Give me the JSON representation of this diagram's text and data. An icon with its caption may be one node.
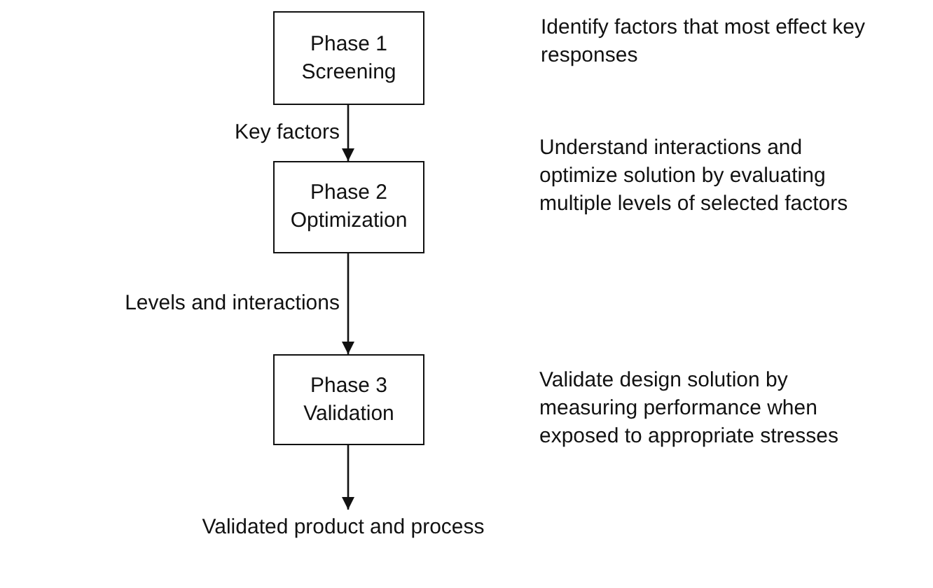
{
  "diagram": {
    "nodes": [
      {
        "text": [
          "Phase 1 Screening"
        ]
      },
      {
        "text": [
          "Phase 2 Optimization"
        ]
      },
      {
        "text": [
          "Phase 3 Validation"
        ]
      },
      {
        "text": [
          "Validated product and process"
        ]
      }
    ],
    "edges": [
      {
        "from": 0,
        "to": 1,
        "arrow": "to",
        "label": "Key factors"
      },
      {
        "from": 1,
        "to": 2,
        "arrow": "to",
        "label": "Levels and interactions"
      },
      {
        "from": 2,
        "to": 3,
        "arrow": "to"
      }
    ],
    "labels": [
      "Identify factors that most effect key responses",
      "Understand interactions and optimize solution by evaluating multiple levels of selected factors",
      "Validate design solution by measuring performance when exposed to appropriate stresses"
    ]
  }
}
